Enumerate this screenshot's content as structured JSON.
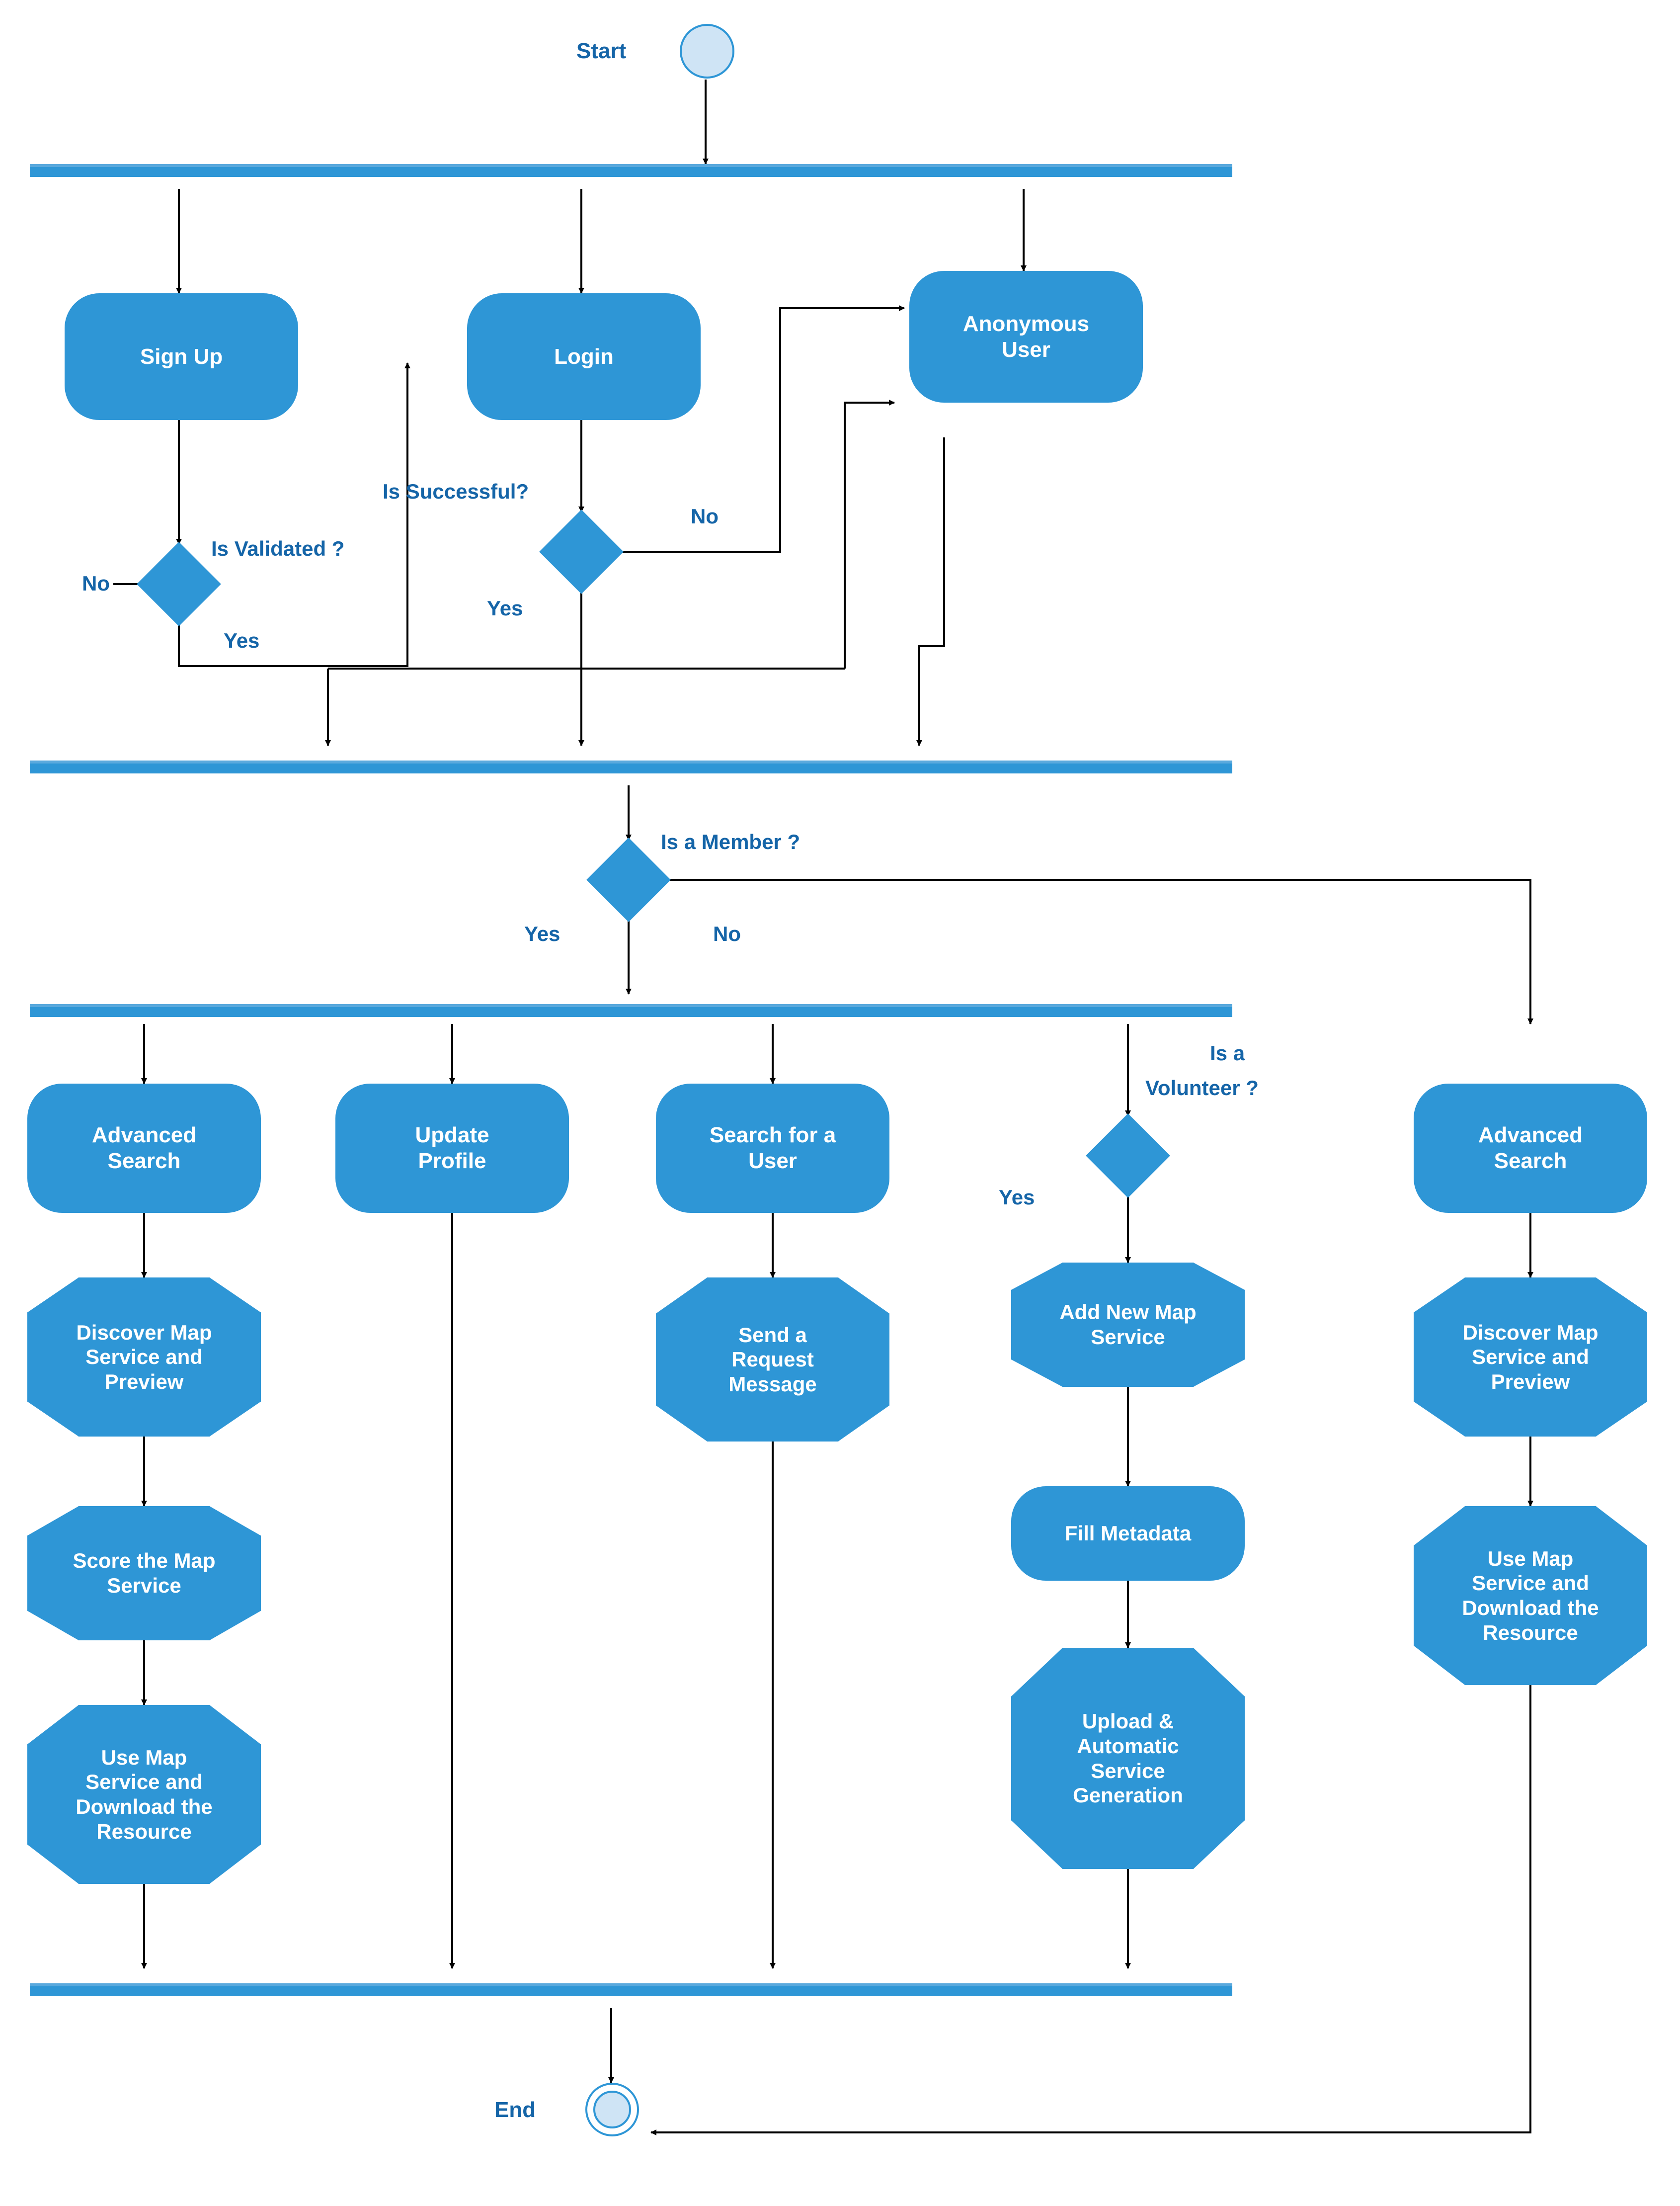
{
  "diagram": {
    "title": "UML Activity Diagram",
    "colors": {
      "node_fill": "#2e96d6",
      "node_text": "#ffffff",
      "label_text": "#1565a8",
      "bar": "#2e96d6",
      "bar_top": "#5aa9dd",
      "start_fill": "#cfe4f5",
      "background": "#ffffff"
    },
    "start_label": "Start",
    "end_label": "End",
    "nodes": [
      {
        "id": "sign_up",
        "label": "Sign Up",
        "shape": "rounded"
      },
      {
        "id": "login",
        "label": "Login",
        "shape": "rounded"
      },
      {
        "id": "anonymous_user",
        "label": "Anonymous\nUser",
        "shape": "rounded"
      },
      {
        "id": "advanced_search_member",
        "label": "Advanced\nSearch",
        "shape": "rounded"
      },
      {
        "id": "update_profile",
        "label": "Update\nProfile",
        "shape": "rounded"
      },
      {
        "id": "search_for_a_user",
        "label": "Search for a\nUser",
        "shape": "rounded"
      },
      {
        "id": "advanced_search_guest",
        "label": "Advanced\nSearch",
        "shape": "rounded"
      },
      {
        "id": "discover_map_service_preview_member",
        "label": "Discover Map\nService and\nPreview",
        "shape": "octagon"
      },
      {
        "id": "send_a_request_message",
        "label": "Send a\nRequest\nMessage",
        "shape": "octagon"
      },
      {
        "id": "add_new_map_service",
        "label": "Add New Map\nService",
        "shape": "octagon"
      },
      {
        "id": "discover_map_service_preview_guest",
        "label": "Discover Map\nService and\nPreview",
        "shape": "octagon"
      },
      {
        "id": "score_the_map_service",
        "label": "Score the Map\nService",
        "shape": "octagon"
      },
      {
        "id": "fill_metadata",
        "label": "Fill Metadata",
        "shape": "rounded"
      },
      {
        "id": "use_map_service_download_member",
        "label": "Use Map\nService and\nDownload the\nResource",
        "shape": "octagon"
      },
      {
        "id": "upload_automatic_service_generation",
        "label": "Upload &\nAutomatic\nService\nGeneration",
        "shape": "octagon"
      },
      {
        "id": "use_map_service_download_guest",
        "label": "Use Map\nService and\nDownload the\nResource",
        "shape": "octagon"
      }
    ],
    "decisions": [
      {
        "id": "is_validated",
        "label": "Is Validated ?",
        "branches": [
          "No",
          "Yes"
        ]
      },
      {
        "id": "is_successful",
        "label": "Is Successful?",
        "branches": [
          "No",
          "Yes"
        ]
      },
      {
        "id": "is_a_member",
        "label": "Is a Member ?",
        "branches": [
          "Yes",
          "No"
        ]
      },
      {
        "id": "is_a_volunteer",
        "label": "Is a\nVolunteer ?",
        "branches": [
          "Yes"
        ]
      }
    ],
    "edge_labels": {
      "is_validated_no": "No",
      "is_validated_yes": "Yes",
      "is_successful_label": "Is Successful?",
      "is_successful_no": "No",
      "is_successful_yes": "Yes",
      "is_validated_label": "Is Validated ?",
      "is_member_label": "Is a Member ?",
      "is_member_yes": "Yes",
      "is_member_no": "No",
      "is_volunteer_label_line1": "Is a",
      "is_volunteer_label_line2": "Volunteer ?",
      "is_volunteer_yes": "Yes"
    }
  }
}
